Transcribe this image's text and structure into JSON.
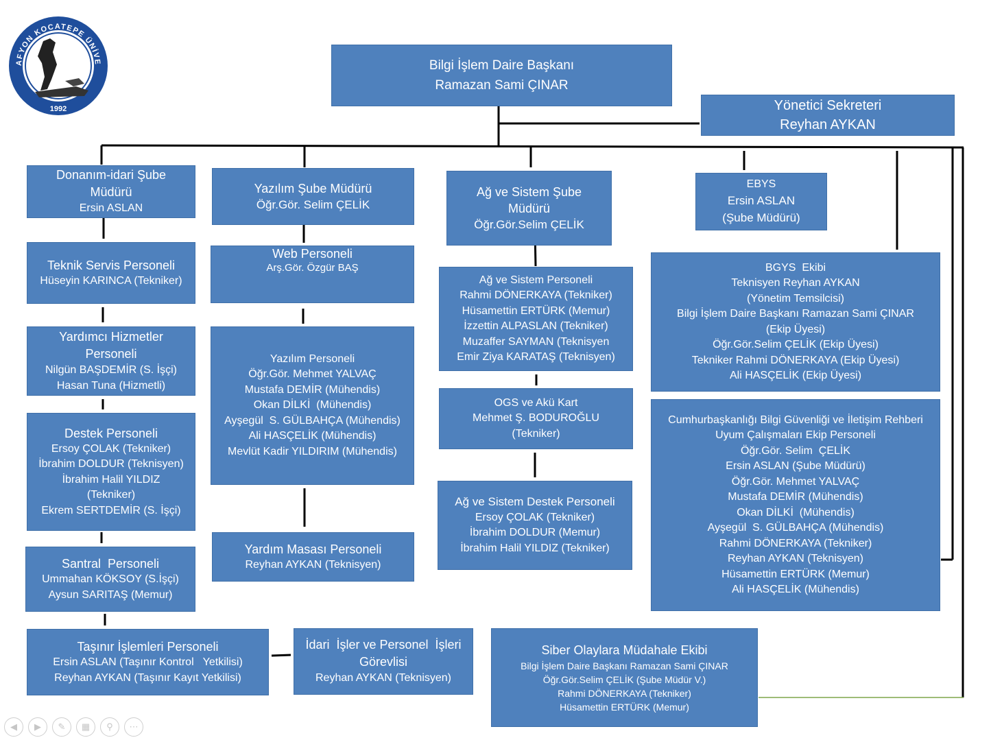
{
  "logo": {
    "name": "AFYON KOCATEPE ÜNİVERSİTESİ",
    "year": "1992"
  },
  "colors": {
    "box": "#4f81bd",
    "text": "#ffffff",
    "line": "#000000"
  },
  "head": {
    "title": "Bilgi İşlem Daire Başkanı",
    "name": "Ramazan Sami ÇINAR"
  },
  "secretary": {
    "title": "Yönetici Sekreteri",
    "name": "Reyhan AYKAN"
  },
  "col1": {
    "manager": {
      "title": "Donanım-idari Şube Müdürü",
      "name": "Ersin ASLAN"
    },
    "teknik": {
      "title": "Teknik Servis Personeli",
      "lines": [
        "Hüseyin KARINCA (Tekniker)"
      ]
    },
    "yardimci": {
      "title": "Yardımcı Hizmetler Personeli",
      "lines": [
        "Nilgün BAŞDEMİR (S. İşçi)",
        "Hasan Tuna (Hizmetli)"
      ]
    },
    "destek": {
      "title": "Destek Personeli",
      "lines": [
        "Ersoy ÇOLAK (Tekniker)",
        "İbrahim DOLDUR (Teknisyen)",
        "İbrahim Halil YILDIZ (Tekniker)",
        "Ekrem SERTDEMİR (S. İşçi)"
      ]
    },
    "santral": {
      "title": "Santral  Personeli",
      "lines": [
        "Ummahan KÖKSOY (S.İşçi)",
        "Aysun SARITAŞ (Memur)"
      ]
    },
    "tasinir": {
      "title": "Taşınır İşlemleri Personeli",
      "lines": [
        "Ersin ASLAN (Taşınır Kontrol   Yetkilisi)",
        "Reyhan AYKAN (Taşınır Kayıt Yetkilisi)"
      ]
    },
    "idari": {
      "title": "İdari  İşler ve Personel  İşleri Görevlisi",
      "lines": [
        "Reyhan AYKAN (Teknisyen)"
      ]
    }
  },
  "col2": {
    "manager": {
      "title": "Yazılım Şube Müdürü",
      "name": "Öğr.Gör. Selim ÇELİK"
    },
    "web": {
      "title": "Web Personeli",
      "lines": [
        "Arş.Gör. Özgür BAŞ"
      ]
    },
    "yazilim": {
      "title": "Yazılım Personeli",
      "lines": [
        "Öğr.Gör. Mehmet YALVAÇ",
        "Mustafa DEMİR (Mühendis)",
        "Okan DİLKİ  (Mühendis)",
        "Ayşegül  S. GÜLBAHÇA (Mühendis)",
        "Ali HASÇELİK (Mühendis)",
        "Mevlüt Kadir YILDIRIM (Mühendis)"
      ]
    },
    "yardim": {
      "title": "Yardım Masası Personeli",
      "lines": [
        "Reyhan AYKAN (Teknisyen)"
      ]
    }
  },
  "col3": {
    "manager": {
      "title": "Ağ ve Sistem Şube Müdürü",
      "name": "Öğr.Gör.Selim ÇELİK"
    },
    "ag": {
      "title": "Ağ ve Sistem Personeli",
      "lines": [
        "Rahmi DÖNERKAYA (Tekniker)",
        "Hüsamettin ERTÜRK (Memur)",
        "İzzettin ALPASLAN (Tekniker)",
        "Muzaffer SAYMAN (Teknisyen",
        "Emir Ziya KARATAŞ (Teknisyen)"
      ]
    },
    "ogs": {
      "title": "OGS ve Akü Kart",
      "lines": [
        "Mehmet Ş. BODUROĞLU",
        "(Tekniker)"
      ]
    },
    "agdestek": {
      "title": "Ağ ve Sistem Destek Personeli",
      "lines": [
        "Ersoy ÇOLAK (Tekniker)",
        "İbrahim DOLDUR (Memur)",
        "İbrahim Halil YILDIZ (Tekniker)"
      ]
    },
    "siber": {
      "title": "Siber Olaylara Müdahale Ekibi",
      "lines": [
        "Bilgi İşlem Daire Başkanı Ramazan Sami ÇINAR",
        "Öğr.Gör.Selim ÇELİK (Şube Müdür V.)",
        "Rahmi DÖNERKAYA (Tekniker)",
        "Hüsamettin ERTÜRK (Memur)"
      ]
    }
  },
  "col4": {
    "ebys": {
      "title": "EBYS",
      "name": "Ersin ASLAN",
      "sub": "(Şube Müdürü)"
    },
    "bgys": {
      "title": "BGYS  Ekibi",
      "lines": [
        "Teknisyen Reyhan AYKAN",
        "(Yönetim Temsilcisi)",
        "Bilgi İşlem Daire Başkanı Ramazan Sami ÇINAR",
        "(Ekip Üyesi)",
        "Öğr.Gör.Selim ÇELİK (Ekip Üyesi)",
        "Tekniker Rahmi DÖNERKAYA (Ekip Üyesi)",
        "Ali HASÇELİK (Ekip Üyesi)"
      ]
    },
    "cumhur": {
      "title": "Cumhurbaşkanlığı Bilgi Güvenliği ve İletişim Rehberi",
      "title2": "Uyum Çalışmaları Ekip Personeli",
      "lines": [
        "Öğr.Gör. Selim  ÇELİK",
        "Ersin ASLAN (Şube Müdürü)",
        "Öğr.Gör. Mehmet YALVAÇ",
        "Mustafa DEMİR (Mühendis)",
        "Okan DİLKİ  (Mühendis)",
        "Ayşegül  S. GÜLBAHÇA (Mühendis)",
        "Rahmi DÖNERKAYA (Tekniker)",
        "Reyhan AYKAN (Teknisyen)",
        "Hüsamettin ERTÜRK (Memur)",
        "Ali HASÇELİK (Mühendis)"
      ]
    }
  },
  "controls": {
    "icons": [
      "prev-icon",
      "next-icon",
      "pen-icon",
      "slides-icon",
      "zoom-icon",
      "more-icon"
    ]
  }
}
